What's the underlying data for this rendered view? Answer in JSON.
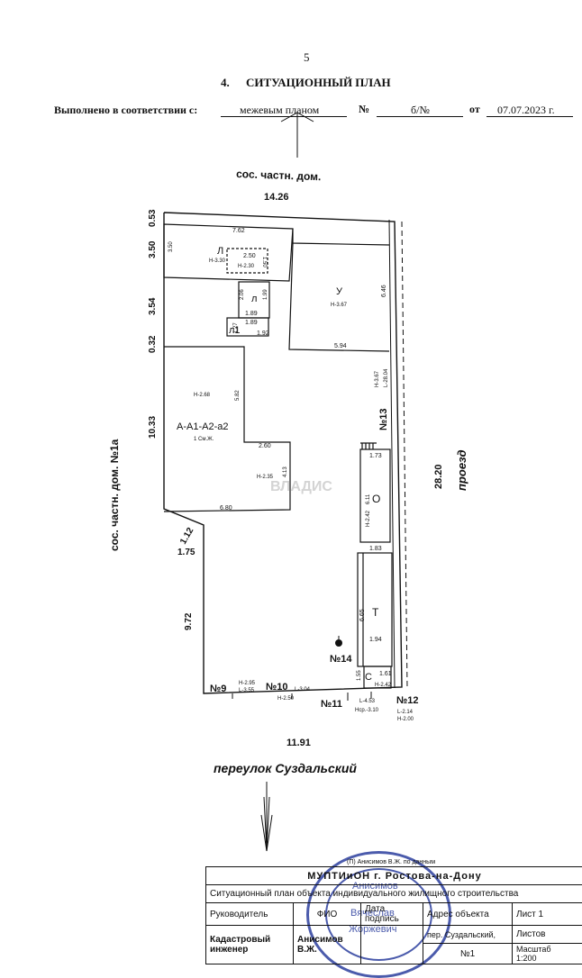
{
  "page_number": "5",
  "heading": {
    "num": "4.",
    "title": "СИТУАЦИОННЫЙ ПЛАН"
  },
  "executed_line": {
    "label": "Выполнено в соответствии с:",
    "basis": "межевым планом",
    "no_label": "№",
    "no_value": "б/№",
    "from_label": "от",
    "date": "07.07.2023 г."
  },
  "plan": {
    "neighbor_top": "сос. частн. дом.",
    "neighbor_left": "сос. частн. дом. №1а",
    "street": "переулок Суздальский",
    "passage": "проезд",
    "dim_top": "14.26",
    "dim_bottom": "11.91",
    "dim_right": "28.20",
    "left_dims": [
      "0.53",
      "3.50",
      "3.54",
      "0.32",
      "10.33",
      "1.12",
      "1.75",
      "9.72"
    ],
    "buildings": {
      "L": {
        "label": "Л",
        "h": "Н-3.30"
      },
      "L_inner": {
        "w": "2.50",
        "h": "Н-2.30",
        "d": "1.50"
      },
      "l": {
        "label": "л",
        "d1": "2.06",
        "d2": "1.99",
        "d3": "1.89"
      },
      "l1": {
        "label": "л1",
        "d1": "1.27",
        "d2": "1.89",
        "d3": "1.92"
      },
      "U": {
        "label": "У",
        "h": "Н-3.67",
        "w": "5.94",
        "d": "6.46"
      },
      "A": {
        "label": "А-А1-А2-а2",
        "sub": "1 См.Ж.",
        "h1": "Н-2.68",
        "h2": "Н-2.35",
        "d1": "5.82",
        "d2": "2.60",
        "d3": "4.13",
        "w": "6.80"
      },
      "O": {
        "label": "О",
        "h": "Н-2.42",
        "d": "6.11",
        "w1": "1.73",
        "w2": "1.83"
      },
      "T": {
        "label": "Т",
        "d": "6.65",
        "w": "1.94"
      },
      "C": {
        "label": "С",
        "h": "Н-2.42",
        "d": "1.55",
        "w": "1.61"
      },
      "top_w": "7.62",
      "side_35": "3.50"
    },
    "fence_labels": {
      "n13": "№13",
      "n13_h": "Н-3.67",
      "n13_l": "L-28.04",
      "n14": "№14",
      "n9": "№9",
      "n10": "№10",
      "n10_h": "Н-2.95",
      "n10_l": "L-3.55",
      "n10_l2": "L-3.04",
      "n10_h2": "Н-2.50",
      "n11": "№11",
      "n11_l": "L-4.53",
      "n11_h": "Нср.-3.10",
      "n12": "№12",
      "n12_l": "L-2.14",
      "n12_h": "Н-2.00"
    },
    "watermark": "ВЛАДИС"
  },
  "title_block": {
    "source": "(П) Анисимов В.Ж. по данным",
    "org": "МУПТИиОН г. Ростова-на-Дону",
    "description": "Ситуационный план объекта индивидуального жилищного строительства",
    "headers": [
      "Руководитель",
      "ФИО",
      "Дата подпись",
      "Адрес объекта",
      "Лист 1"
    ],
    "row_role": "Кадастровый инженер",
    "row_name": "Анисимов В.Ж.",
    "address": "пер. Суздальский,",
    "address_no": "№1",
    "sheets": "Листов",
    "scale_label": "Масштаб",
    "scale": "1:200"
  },
  "stamp": {
    "text1": "Анисимов",
    "text2": "Вячеслав",
    "text3": "Жоржевич"
  }
}
